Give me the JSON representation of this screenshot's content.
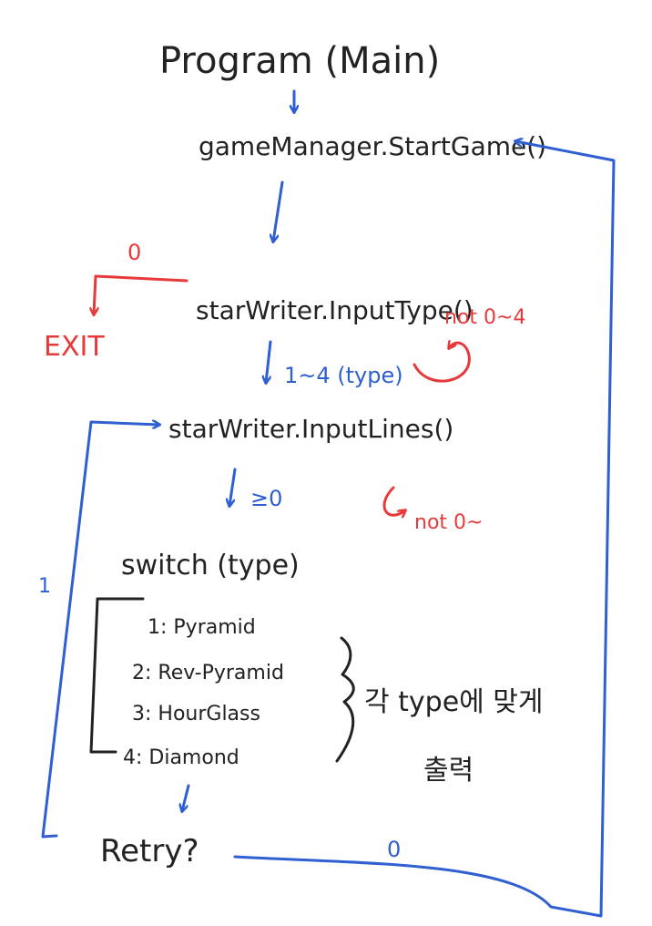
{
  "colors": {
    "ink": "#222222",
    "flow": "#2f5fd0",
    "exit": "#e8393a"
  },
  "nodes": {
    "program_main": "Program (Main)",
    "start_game": "gameManager.StartGame()",
    "input_type": "starWriter.InputType()",
    "input_lines": "starWriter.InputLines()",
    "switch": "switch (type)",
    "retry": "Retry?",
    "exit": "EXIT"
  },
  "switch_cases": [
    "1: Pyramid",
    "2: Rev-Pyramid",
    "3: HourGlass",
    "4: Diamond"
  ],
  "note": {
    "line1": "각 type에 맞게",
    "line2": "출력"
  },
  "edge_labels": {
    "type_zero": "0",
    "type_valid": "1~4 (type)",
    "type_invalid": "not 0~4",
    "lines_valid": "≥0",
    "lines_invalid": "not 0~",
    "retry_yes": "1",
    "retry_no": "0"
  }
}
